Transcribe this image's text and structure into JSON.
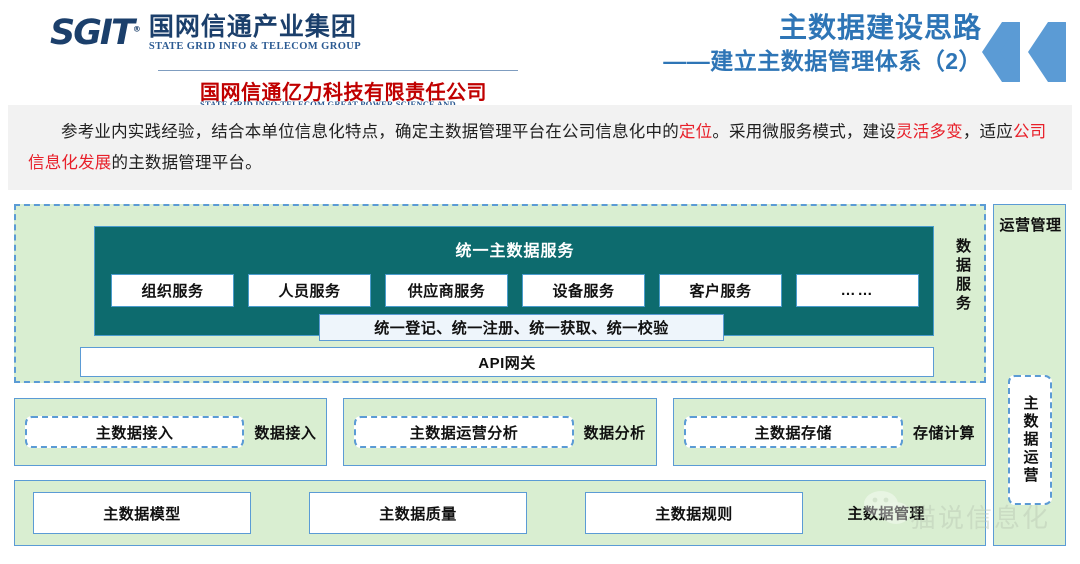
{
  "header": {
    "logo": {
      "mark": "SGIT",
      "registered": "®",
      "cn_name_1": "国网信通产业集团",
      "en_name_1": "STATE GRID INFO & TELECOM GROUP",
      "cn_name_2": "国网信通亿力科技有限责任公司",
      "en_name_2": "STATE GRID INFO-TELECOM GREAT POWER SCIENCE AND TECHNOLOGY CO., LTD."
    },
    "title_main": "主数据建设思路",
    "title_sub": "——建立主数据管理体系（2）",
    "accent_color": "#2e75b6"
  },
  "intro": {
    "seg1": "参考业内实践经验，结合本单位信息化特点，确定主数据管理平台在公司信息化中的",
    "hl1": "定位",
    "seg2": "。采用微服务模式，建设",
    "hl2": "灵活多变",
    "seg3": "，适应",
    "hl3": "公司信息化发展",
    "seg4": "的主数据管理平台。",
    "highlight_color": "#e8202a"
  },
  "diagram": {
    "service_panel": {
      "band_title": "统一主数据服务",
      "band_color": "#0d6b6e",
      "services": [
        "组织服务",
        "人员服务",
        "供应商服务",
        "设备服务",
        "客户服务",
        "……"
      ],
      "unified_bar": "统一登记、统一注册、统一获取、统一校验",
      "api_gateway": "API网关",
      "side_label": "数据服务"
    },
    "middle_row": [
      {
        "box": "主数据接入",
        "tag": "数据接入"
      },
      {
        "box": "主数据运营分析",
        "tag": "数据分析"
      },
      {
        "box": "主数据存储",
        "tag": "存储计算"
      }
    ],
    "bottom_row": {
      "boxes": [
        "主数据模型",
        "主数据质量",
        "主数据规则"
      ],
      "tag": "主数据管理"
    },
    "right_column": {
      "title": "运营管理",
      "box": "主数据运营"
    },
    "panel_bg": "#d9eed1",
    "border_color": "#5b9bd5"
  },
  "watermark": {
    "text": "猫说信息化"
  }
}
